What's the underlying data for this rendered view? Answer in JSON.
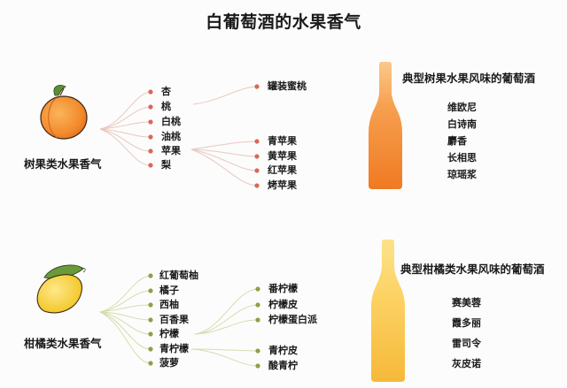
{
  "title": "白葡萄酒的水果香气",
  "colors": {
    "tree_dot": "#d9685a",
    "tree_line": "#e6c8bf",
    "citrus_dot": "#8fa046",
    "citrus_line": "#d6dcae",
    "tree_bottle_top": "#fbc98a",
    "tree_bottle_bottom": "#f07a22",
    "citrus_bottle_top": "#fde28a",
    "citrus_bottle_bottom": "#f6b83a"
  },
  "tree_fruit": {
    "category_label": "树果类水果香气",
    "icon": "peach-icon",
    "items": [
      "杏",
      "桃",
      "白桃",
      "油桃",
      "苹果",
      "梨"
    ],
    "sub_branches": [
      {
        "parent": "桃",
        "items": [
          "罐装蜜桃"
        ]
      },
      {
        "parent": "苹果",
        "items": [
          "青苹果",
          "黄苹果",
          "红苹果",
          "烤苹果"
        ]
      }
    ],
    "wine_heading": "典型树果水果风味的葡萄酒",
    "wines": [
      "维欧尼",
      "白诗南",
      "麝香",
      "长相思",
      "琼瑶浆"
    ]
  },
  "citrus_fruit": {
    "category_label": "柑橘类水果香气",
    "icon": "lemon-icon",
    "items": [
      "红葡萄柚",
      "橘子",
      "西柚",
      "百香果",
      "柠檬",
      "青柠檬",
      "菠萝"
    ],
    "sub_branches": [
      {
        "parent": "柠檬",
        "items": [
          "番柠檬",
          "柠檬皮",
          "柠檬蛋白派"
        ]
      },
      {
        "parent": "青柠檬",
        "items": [
          "青柠皮",
          "酸青柠"
        ]
      }
    ],
    "wine_heading": "典型柑橘类水果风味的葡萄酒",
    "wines": [
      "赛美蓉",
      "霞多丽",
      "雷司令",
      "灰皮诺"
    ]
  }
}
